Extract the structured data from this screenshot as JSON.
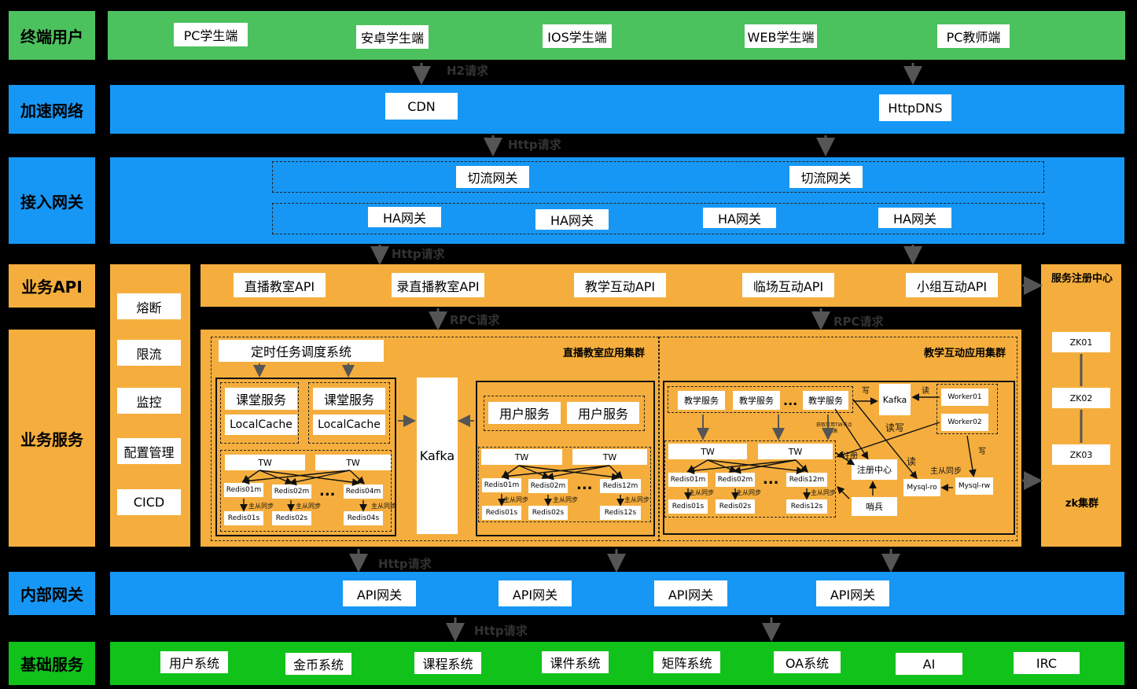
{
  "layers": {
    "terminal": "终端用户",
    "accel": "加速网络",
    "access": "接入网关",
    "bizapi": "业务API",
    "bizsvc": "业务服务",
    "internal": "内部网关",
    "base": "基础服务"
  },
  "terminal_items": [
    "PC学生端",
    "安卓学生端",
    "IOS学生端",
    "WEB学生端",
    "PC教师端"
  ],
  "accel_items": [
    "CDN",
    "HttpDNS"
  ],
  "access": {
    "cut": [
      "切流网关",
      "切流网关"
    ],
    "ha": [
      "HA网关",
      "HA网关",
      "HA网关",
      "HA网关"
    ]
  },
  "api_items": [
    "直播教室API",
    "录直播教室API",
    "教学互动API",
    "临场互动API",
    "小组互动API"
  ],
  "side_items": [
    "熔断",
    "限流",
    "监控",
    "配置管理",
    "CICD"
  ],
  "registry": {
    "title": "服务注册中心",
    "nodes": [
      "ZK01",
      "ZK02",
      "ZK03"
    ],
    "cluster": "zk集群"
  },
  "live": {
    "title": "直播教室应用集群",
    "scheduler": "定时任务调度系统",
    "class_svc": [
      "课堂服务",
      "课堂服务"
    ],
    "cache": [
      "LocalCache",
      "LocalCache"
    ],
    "kafka": "Kafka",
    "user_svc": [
      "用户服务",
      "用户服务"
    ],
    "tw": "TW",
    "ellipsis": "...",
    "sync": "主从同步",
    "redis_left_m": [
      "Redis01m",
      "Redis02m",
      "Redis04m"
    ],
    "redis_left_s": [
      "Redis01s",
      "Redis02s",
      "Redis04s"
    ],
    "redis_right_m": [
      "Redis01m",
      "Redis02m",
      "Redis12m"
    ],
    "redis_right_s": [
      "Redis01s",
      "Redis02s",
      "Redis12s"
    ]
  },
  "interact": {
    "title": "教学互动应用集群",
    "teach_svc": [
      "教学服务",
      "教学服务",
      "教学服务"
    ],
    "kafka": "Kafka",
    "workers": [
      "Worker01",
      "Worker02"
    ],
    "write": "写",
    "read": "读",
    "readwrite": "读写",
    "fetch_note": "获取可用TW节点",
    "ip_note": "IP列表",
    "register": "注册",
    "registry_center": "注册中心",
    "sentinel": "哨兵",
    "mysql_ro": "Mysql-ro",
    "mysql_rw": "Mysql-rw",
    "sync": "主从同步",
    "redis_m": [
      "Redis01m",
      "Redis02m",
      "Redis12m"
    ],
    "redis_s": [
      "Redis01s",
      "Redis02s",
      "Redis12s"
    ]
  },
  "gateway_items": [
    "API网关",
    "API网关",
    "API网关",
    "API网关"
  ],
  "base_items": [
    "用户系统",
    "金币系统",
    "课程系统",
    "课件系统",
    "矩阵系统",
    "OA系统",
    "AI",
    "IRC"
  ],
  "notes": {
    "h2": "H2请求",
    "http": "Http请求",
    "rpc": "RPC请求"
  }
}
